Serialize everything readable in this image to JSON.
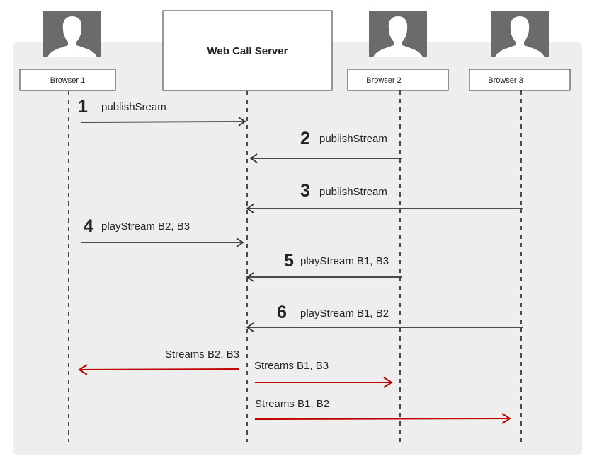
{
  "participants": [
    {
      "id": "b1",
      "label": "Browser 1",
      "avatar": "user-silhouette-icon"
    },
    {
      "id": "wcs",
      "label": "Web Call Server"
    },
    {
      "id": "b2",
      "label": "Browser 2",
      "avatar": "user-silhouette-icon"
    },
    {
      "id": "b3",
      "label": "Browser 3",
      "avatar": "user-silhouette-icon"
    }
  ],
  "messages": [
    {
      "step": "1",
      "label": "publishSream",
      "from": "b1",
      "to": "wcs",
      "color": "#333333"
    },
    {
      "step": "2",
      "label": "publishStream",
      "from": "b2",
      "to": "wcs",
      "color": "#333333"
    },
    {
      "step": "3",
      "label": "publishStream",
      "from": "b3",
      "to": "wcs",
      "color": "#333333"
    },
    {
      "step": "4",
      "label": "playStream B2, B3",
      "from": "b1",
      "to": "wcs",
      "color": "#333333"
    },
    {
      "step": "5",
      "label": "playStream B1, B3",
      "from": "b2",
      "to": "wcs",
      "color": "#333333"
    },
    {
      "step": "6",
      "label": "playStream B1, B2",
      "from": "b3",
      "to": "wcs",
      "color": "#333333"
    },
    {
      "step": "",
      "label": "Streams B2, B3",
      "from": "wcs",
      "to": "b1",
      "color": "#c00000"
    },
    {
      "step": "",
      "label": "Streams B1, B3",
      "from": "wcs",
      "to": "b2",
      "color": "#c00000"
    },
    {
      "step": "",
      "label": "Streams B1, B2",
      "from": "wcs",
      "to": "b3",
      "color": "#c00000"
    }
  ],
  "colors": {
    "panel": "#eeeeee",
    "avatar": "#6b6b6b",
    "box_border": "#333333",
    "lifeline": "#222222",
    "request": "#333333",
    "stream": "#c00000"
  }
}
